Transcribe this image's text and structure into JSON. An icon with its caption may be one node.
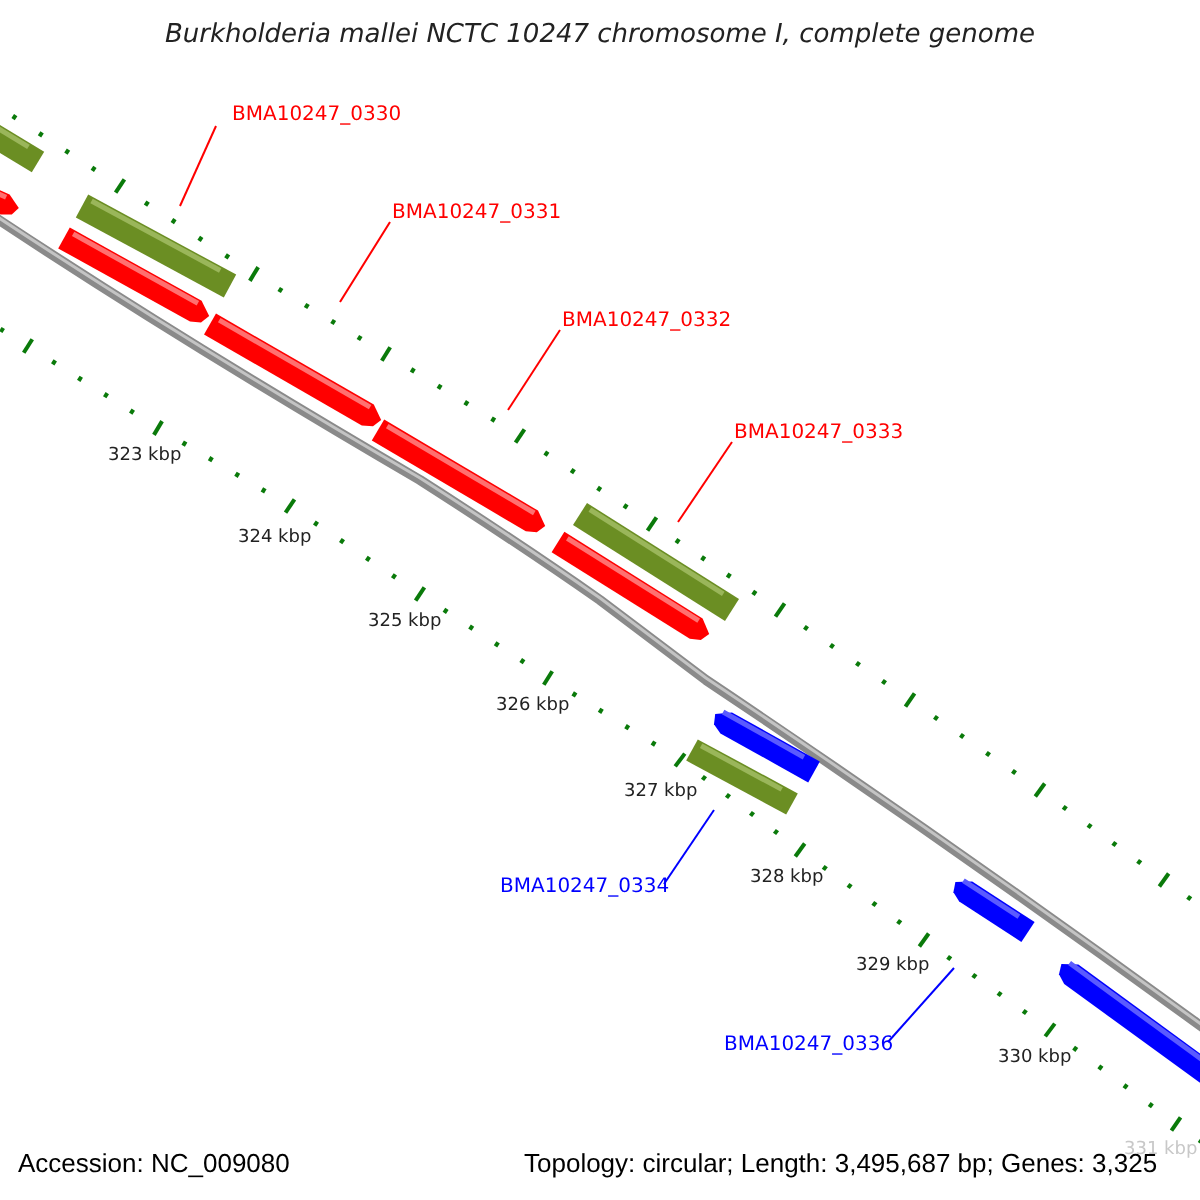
{
  "diagram": {
    "title": "Burkholderia mallei NCTC 10247 chromosome I, complete genome",
    "nodes": [
      {
        "text": [
          "BMA10247_0330"
        ]
      },
      {
        "text": [
          "BMA10247_0331"
        ]
      },
      {
        "text": [
          "BMA10247_0332"
        ]
      },
      {
        "text": [
          "BMA10247_0333"
        ]
      },
      {
        "text": [
          "BMA10247_0334"
        ]
      },
      {
        "text": [
          "BMA10247_0336"
        ]
      },
      {
        "text": [],
        "shape": "arrow"
      },
      {
        "text": [],
        "shape": "bar"
      },
      {
        "text": [],
        "shape": "bar"
      },
      {
        "text": [],
        "shape": "arrow"
      },
      {
        "text": [],
        "shape": "arrow"
      },
      {
        "text": [],
        "shape": "arrow"
      },
      {
        "text": [],
        "shape": "bar"
      },
      {
        "text": [],
        "shape": "arrow"
      },
      {
        "text": [],
        "shape": "arrow"
      },
      {
        "text": [],
        "shape": "bar"
      },
      {
        "text": [],
        "shape": "arrow"
      },
      {
        "text": [],
        "shape": "arrow"
      }
    ],
    "edges": [
      {
        "from": 0,
        "to": null,
        "arrow": "none"
      },
      {
        "from": 1,
        "to": null,
        "arrow": "none"
      },
      {
        "from": 2,
        "to": null,
        "arrow": "none"
      },
      {
        "from": 3,
        "to": null,
        "arrow": "none"
      },
      {
        "from": 4,
        "to": null,
        "arrow": "none",
        "color": "#0000ff"
      },
      {
        "from": 5,
        "to": null,
        "arrow": "none",
        "color": "#0000ff"
      }
    ],
    "labels": [
      "323 kbp",
      "324 kbp",
      "325 kbp",
      "326 kbp",
      "327 kbp",
      "328 kbp",
      "329 kbp",
      "330 kbp",
      "331 kbp",
      "Accession: NC_009080",
      "Topology: circular; Length: 3,495,687 bp; Genes: 3,325"
    ]
  }
}
